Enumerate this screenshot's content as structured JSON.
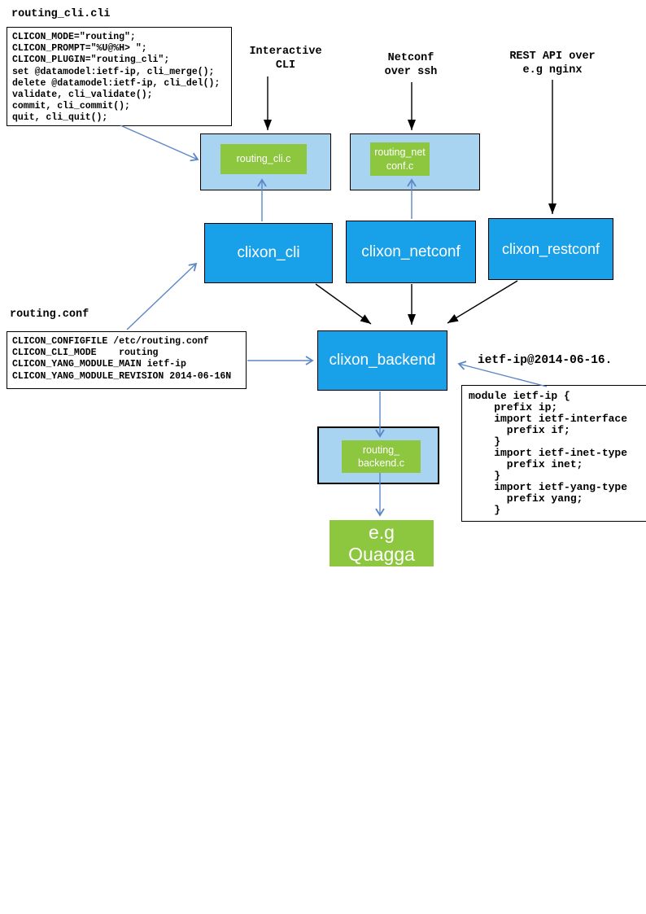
{
  "diagram": {
    "colors": {
      "node_blue": "#18A0E8",
      "node_light_blue": "#A8D4F2",
      "node_green": "#8DC63F",
      "arrow_blue": "#5B87C5",
      "arrow_black": "#000000"
    },
    "files": {
      "routing_cli_cli": {
        "title": "routing_cli.cli",
        "lines": [
          "CLICON_MODE=\"routing\";",
          "CLICON_PROMPT=\"%U@%H> \";",
          "CLICON_PLUGIN=\"routing_cli\";",
          "set @datamodel:ietf-ip, cli_merge();",
          "delete @datamodel:ietf-ip, cli_del();",
          "validate, cli_validate();",
          "commit, cli_commit();",
          "quit, cli_quit();"
        ]
      },
      "routing_conf": {
        "title": "routing.conf",
        "lines": [
          "CLICON_CONFIGFILE /etc/routing.conf",
          "CLICON_CLI_MODE    routing",
          "CLICON_YANG_MODULE_MAIN ietf-ip",
          "CLICON_YANG_MODULE_REVISION 2014-06-16N"
        ]
      },
      "ietf_ip_yang": {
        "label": "ietf-ip@2014-06-16.",
        "lines": [
          "module ietf-ip {",
          "    prefix ip;",
          "    import ietf-interface",
          "      prefix if;",
          "    }",
          "    import ietf-inet-type",
          "      prefix inet;",
          "    }",
          "    import ietf-yang-type",
          "      prefix yang;",
          "    }"
        ]
      }
    },
    "annotations": {
      "interactive_cli": "Interactive\nCLI",
      "netconf_ssh": "Netconf\nover ssh",
      "rest_api": "REST API over\ne.g nginx"
    },
    "nodes": {
      "routing_cli_c": "routing_cli.c",
      "routing_netconf_c": "routing_net\nconf.c",
      "clixon_cli": "clixon_cli",
      "clixon_netconf": "clixon_netconf",
      "clixon_restconf": "clixon_restconf",
      "clixon_backend": "clixon_backend",
      "routing_backend_c": "routing_\nbackend.c",
      "quagga": "e.g\nQuagga"
    }
  }
}
